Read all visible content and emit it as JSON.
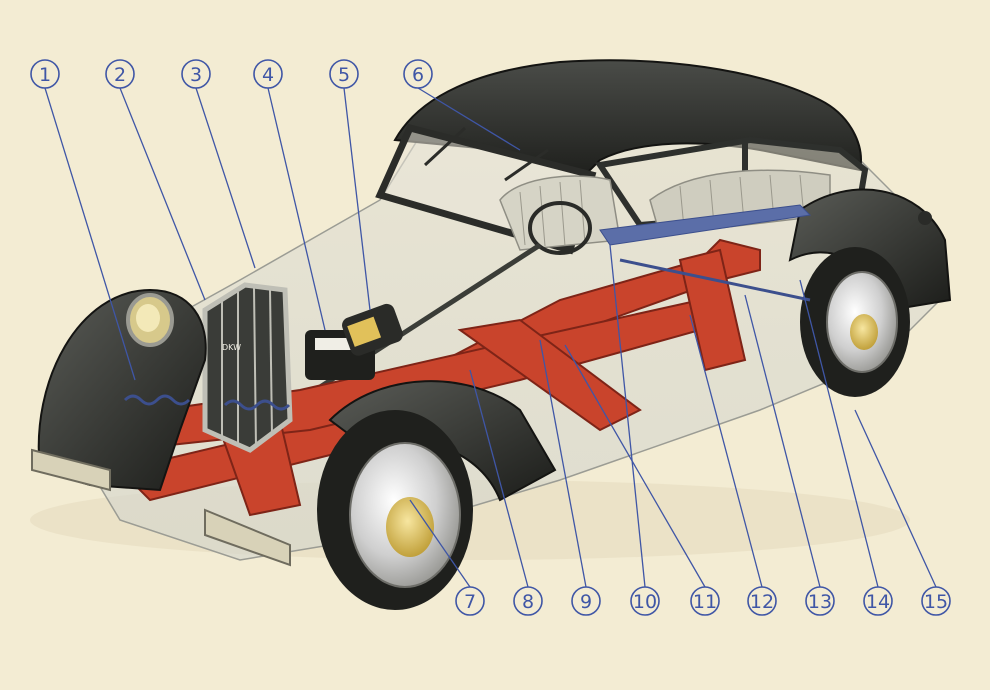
{
  "diagram": {
    "callouts": [
      {
        "number": "1"
      },
      {
        "number": "2"
      },
      {
        "number": "3"
      },
      {
        "number": "4"
      },
      {
        "number": "5"
      },
      {
        "number": "6"
      },
      {
        "number": "7"
      },
      {
        "number": "8"
      },
      {
        "number": "9"
      },
      {
        "number": "10"
      },
      {
        "number": "11"
      },
      {
        "number": "12"
      },
      {
        "number": "13"
      },
      {
        "number": "14"
      },
      {
        "number": "15"
      }
    ]
  },
  "colors": {
    "background": "#f3ecd3",
    "callout": "#3f56a6",
    "chassis_frame": "#c9442c",
    "body_black": "#2e302d",
    "tyre": "#1f201d",
    "hubcap": "#c8a93c"
  },
  "radiator_badge": "DKW"
}
